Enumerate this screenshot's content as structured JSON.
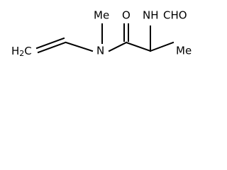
{
  "molecule": {
    "atoms": {
      "h2c": "H",
      "h2c_sub": "2",
      "h2c_c": "C",
      "n": "N",
      "me": "Me",
      "o": "O",
      "nh": "NH",
      "cho": "CHO"
    }
  }
}
